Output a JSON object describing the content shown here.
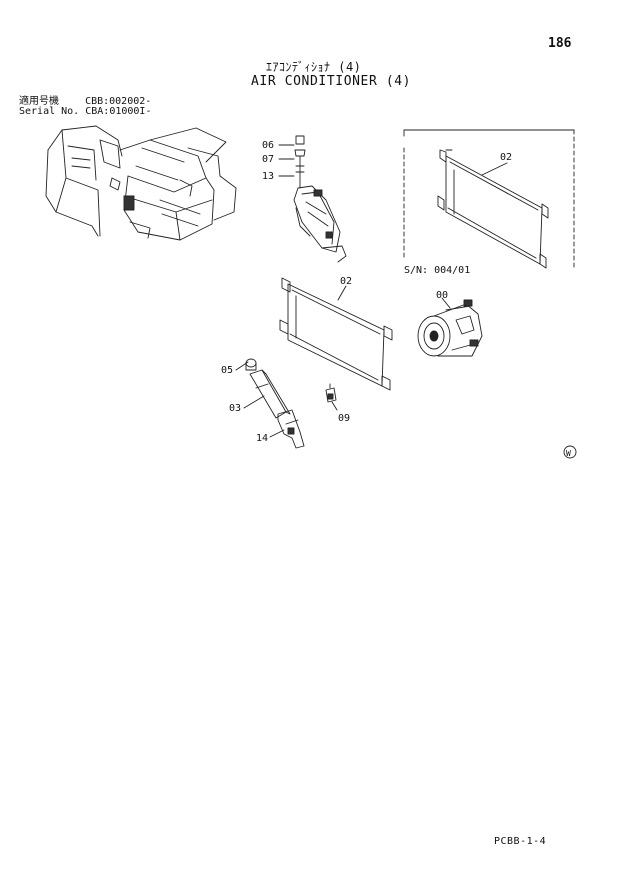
{
  "page": {
    "number": "186",
    "title_jp": "ｴｱｺﾝﾃﾞｨｼｮﾅ (4)",
    "title_en": "AIR CONDITIONER (4)",
    "footer_code": "PCBB-1-4"
  },
  "serial": {
    "jp_label": "適用号機",
    "jp_value": "CBB:002002-",
    "en_label": "Serial No.",
    "en_value": "CBA:01000I-"
  },
  "callouts": {
    "c06": "06",
    "c07": "07",
    "c13": "13",
    "c02_inset": "02",
    "c02_main": "02",
    "c00": "00",
    "c05": "05",
    "c03": "03",
    "c09": "09",
    "c14": "14"
  },
  "inset": {
    "sn_note": "S/N: 004/01"
  },
  "marks": {
    "circle_mark": "W"
  }
}
